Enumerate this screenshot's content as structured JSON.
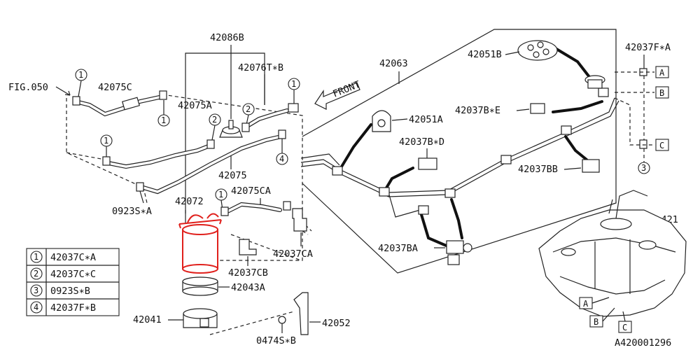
{
  "callouts": {
    "fig050": "FIG.050",
    "p42075C": "42075C",
    "p42086B": "42086B",
    "p42076T_B": "42076T∗B",
    "p42075A": "42075A",
    "p42075": "42075",
    "p0923S_A": "0923S∗A",
    "p42072": "42072",
    "p42075CA": "42075CA",
    "p42037CA": "42037CA",
    "p42037CB": "42037CB",
    "p42043A": "42043A",
    "p42041": "42041",
    "p0474S_B": "0474S∗B",
    "p42052": "42052",
    "front": "FRONT",
    "p42063": "42063",
    "p42051B": "42051B",
    "p42037B_E": "42037B∗E",
    "p42051A": "42051A",
    "p42037B_D": "42037B∗D",
    "p42037BB": "42037BB",
    "p42037BA": "42037BA",
    "p42037F_A": "42037F∗A",
    "fig421": "FIG.421",
    "diagram_id": "A420001296"
  },
  "circle_marks": {
    "one": "1",
    "two": "2",
    "three": "3",
    "four": "4"
  },
  "box_marks": {
    "a": "A",
    "b": "B",
    "c": "C"
  },
  "legend": [
    {
      "num": "1",
      "part": "42037C∗A"
    },
    {
      "num": "2",
      "part": "42037C∗C"
    },
    {
      "num": "3",
      "part": "0923S∗B"
    },
    {
      "num": "4",
      "part": "42037F∗B"
    }
  ],
  "colors": {
    "highlight": "#e0201c",
    "line": "#222222"
  }
}
